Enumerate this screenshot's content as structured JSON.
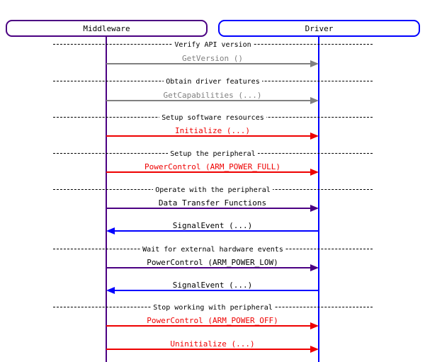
{
  "diagram_type": "sequence-diagram",
  "colors": {
    "middleware_accent": "#4B0082",
    "driver_accent": "#0000FF",
    "optional_call": "#808080",
    "setup_call": "#EE0000",
    "operate_call": "#4B0082",
    "callback": "#0000FF",
    "divider_line": "#000000",
    "text": "#000000",
    "background": "#FFFFFF"
  },
  "actors": [
    {
      "label": "Middleware",
      "color": "#4B0082"
    },
    {
      "label": "Driver",
      "color": "#0000FF"
    }
  ],
  "dividers": [
    {
      "label": "Verify API version"
    },
    {
      "label": "Obtain driver features"
    },
    {
      "label": "Setup software resources"
    },
    {
      "label": "Setup the peripheral"
    },
    {
      "label": "Operate with the peripheral"
    },
    {
      "label": "Wait for external hardware events"
    },
    {
      "label": "Stop working with peripheral"
    }
  ],
  "messages": [
    {
      "label": "GetVersion ()",
      "from": "Middleware",
      "to": "Driver",
      "line_color": "#808080",
      "label_color": "#808080"
    },
    {
      "label": "GetCapabilities (...)",
      "from": "Middleware",
      "to": "Driver",
      "line_color": "#808080",
      "label_color": "#808080"
    },
    {
      "label": "Initialize (...)",
      "from": "Middleware",
      "to": "Driver",
      "line_color": "#EE0000",
      "label_color": "#EE0000"
    },
    {
      "label": "PowerControl (ARM_POWER_FULL)",
      "from": "Middleware",
      "to": "Driver",
      "line_color": "#EE0000",
      "label_color": "#EE0000"
    },
    {
      "label": "Data Transfer Functions",
      "from": "Middleware",
      "to": "Driver",
      "line_color": "#4B0082",
      "label_color": "#000000"
    },
    {
      "label": "SignalEvent (...)",
      "from": "Driver",
      "to": "Middleware",
      "line_color": "#0000FF",
      "label_color": "#000000"
    },
    {
      "label": "PowerControl (ARM_POWER_LOW)",
      "from": "Middleware",
      "to": "Driver",
      "line_color": "#4B0082",
      "label_color": "#000000"
    },
    {
      "label": "SignalEvent (...)",
      "from": "Driver",
      "to": "Middleware",
      "line_color": "#0000FF",
      "label_color": "#000000"
    },
    {
      "label": "PowerControl (ARM_POWER_OFF)",
      "from": "Middleware",
      "to": "Driver",
      "line_color": "#EE0000",
      "label_color": "#EE0000"
    },
    {
      "label": "Uninitialize (...)",
      "from": "Middleware",
      "to": "Driver",
      "line_color": "#EE0000",
      "label_color": "#EE0000"
    }
  ]
}
